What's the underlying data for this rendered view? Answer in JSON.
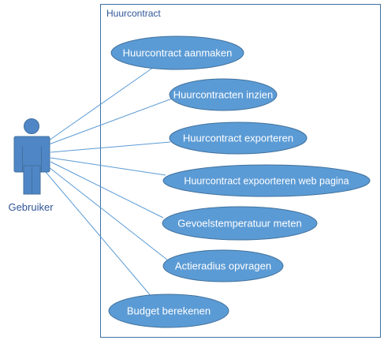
{
  "system": {
    "title": "Huurcontract"
  },
  "actor": {
    "name": "Gebruiker"
  },
  "use_cases": [
    {
      "label": "Huurcontract aanmaken"
    },
    {
      "label": "Huurcontracten inzien"
    },
    {
      "label": "Huurcontract exporteren"
    },
    {
      "label": "Huurcontract expoorteren web pagina"
    },
    {
      "label": "Gevoelstemperatuur meten"
    },
    {
      "label": "Actieradius opvragen"
    },
    {
      "label": "Budget berekenen"
    }
  ],
  "colors": {
    "ellipse_fill": "#5b9bd5",
    "ellipse_stroke": "#41719c",
    "actor_fill": "#4f86c6",
    "line": "#5b9bd5",
    "boundary": "#3c6fa8",
    "ellipse_text": "#ffffff",
    "label_text": "#2f5597"
  }
}
